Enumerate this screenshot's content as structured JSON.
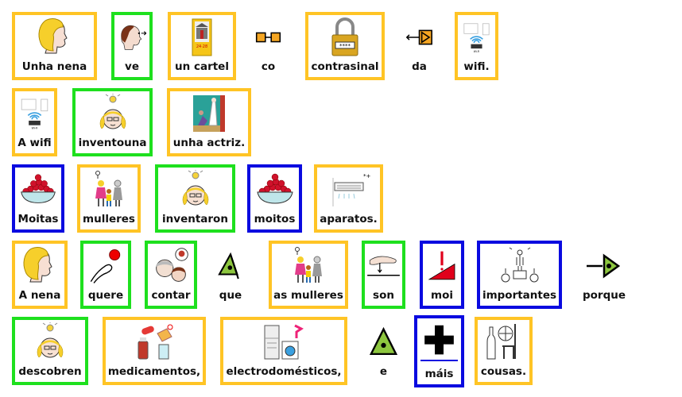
{
  "colors": {
    "noun": "#FFC425",
    "verb": "#1EE01E",
    "descriptor": "#0A0AE0"
  },
  "rows": [
    [
      {
        "label": "Unha nena",
        "border": "orange",
        "icon": "girl-profile-icon"
      },
      {
        "label": "ve",
        "border": "green",
        "icon": "see-icon"
      },
      {
        "label": "un cartel",
        "border": "orange",
        "icon": "poster-icon"
      },
      {
        "label": "co",
        "border": "none",
        "icon": "link-boxes-icon"
      },
      {
        "label": "contrasinal",
        "border": "orange",
        "icon": "padlock-icon"
      },
      {
        "label": "da",
        "border": "none",
        "icon": "arrow-from-icon"
      },
      {
        "label": "wifi.",
        "border": "orange",
        "icon": "wifi-router-icon"
      }
    ],
    [
      {
        "label": "A wifi",
        "border": "orange",
        "icon": "wifi-router-icon"
      },
      {
        "label": "inventouna",
        "border": "green",
        "icon": "girl-idea-icon"
      },
      {
        "label": "unha actriz.",
        "border": "orange",
        "icon": "actress-icon"
      }
    ],
    [
      {
        "label": "Moitas",
        "border": "blue",
        "icon": "bowl-many-icon"
      },
      {
        "label": "mulleres",
        "border": "orange",
        "icon": "women-icon"
      },
      {
        "label": "inventaron",
        "border": "green",
        "icon": "girl-idea-icon"
      },
      {
        "label": "moitos",
        "border": "blue",
        "icon": "bowl-many-icon"
      },
      {
        "label": "aparatos.",
        "border": "orange",
        "icon": "air-conditioner-icon"
      }
    ],
    [
      {
        "label": "A nena",
        "border": "orange",
        "icon": "girl-profile-icon"
      },
      {
        "label": "quere",
        "border": "green",
        "icon": "want-icon"
      },
      {
        "label": "contar",
        "border": "green",
        "icon": "tell-icon"
      },
      {
        "label": "que",
        "border": "none",
        "icon": "triangle-a-icon"
      },
      {
        "label": "as mulleres",
        "border": "orange",
        "icon": "women-icon"
      },
      {
        "label": "son",
        "border": "green",
        "icon": "are-icon"
      },
      {
        "label": "moi",
        "border": "blue",
        "icon": "very-icon"
      },
      {
        "label": "importantes",
        "border": "blue",
        "icon": "important-icon"
      },
      {
        "label": "porque",
        "border": "none",
        "icon": "because-icon"
      }
    ],
    [
      {
        "label": "descobren",
        "border": "green",
        "icon": "girl-idea-icon"
      },
      {
        "label": "medicamentos,",
        "border": "orange",
        "icon": "medicines-icon"
      },
      {
        "label": "electrodomésticos,",
        "border": "orange",
        "icon": "appliances-icon"
      },
      {
        "label": "e",
        "border": "none",
        "icon": "triangle-dot-icon"
      },
      {
        "label": "máis",
        "border": "blue",
        "icon": "plus-icon"
      },
      {
        "label": "cousas.",
        "border": "orange",
        "icon": "things-icon"
      }
    ]
  ]
}
